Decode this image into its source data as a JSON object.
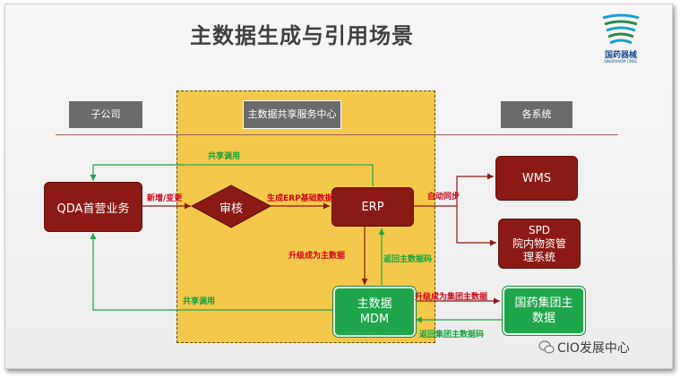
{
  "title": "主数据生成与引用场景",
  "logo": {
    "name": "国药器械",
    "sub": "SINOPHARM CMDC",
    "icon": "sinopharm-logo"
  },
  "headers": {
    "left": "子公司",
    "center": "主数据共享服务中心",
    "right": "各系统"
  },
  "nodes": {
    "qda": "QDA首营业务",
    "review": "审核",
    "erp": "ERP",
    "mdm_line1": "主数据",
    "mdm_line2": "MDM",
    "wms": "WMS",
    "spd_line1": "SPD",
    "spd_line2": "院内物资管",
    "spd_line3": "理系统",
    "group_line1": "国药集团主",
    "group_line2": "数据"
  },
  "edge_labels": {
    "share_top": "共享调用",
    "new_change": "新增/变更",
    "gen_erp": "生成ERP基础数据",
    "auto_sync": "自动同步",
    "upgrade_main": "升级成为主数据",
    "return_code": "返回主数据码",
    "share_bottom": "共享调用",
    "upgrade_group": "升级成为集团主数据",
    "return_group_code": "返回集团主数据码"
  },
  "footer": {
    "text": "CIO发展中心",
    "icon": "wechat-icon"
  },
  "colors": {
    "dark_red": "#8b1a14",
    "green": "#1fa64a",
    "zone_yellow": "#f4c84a",
    "label_red": "#d0021b",
    "label_green": "#14a03c"
  }
}
